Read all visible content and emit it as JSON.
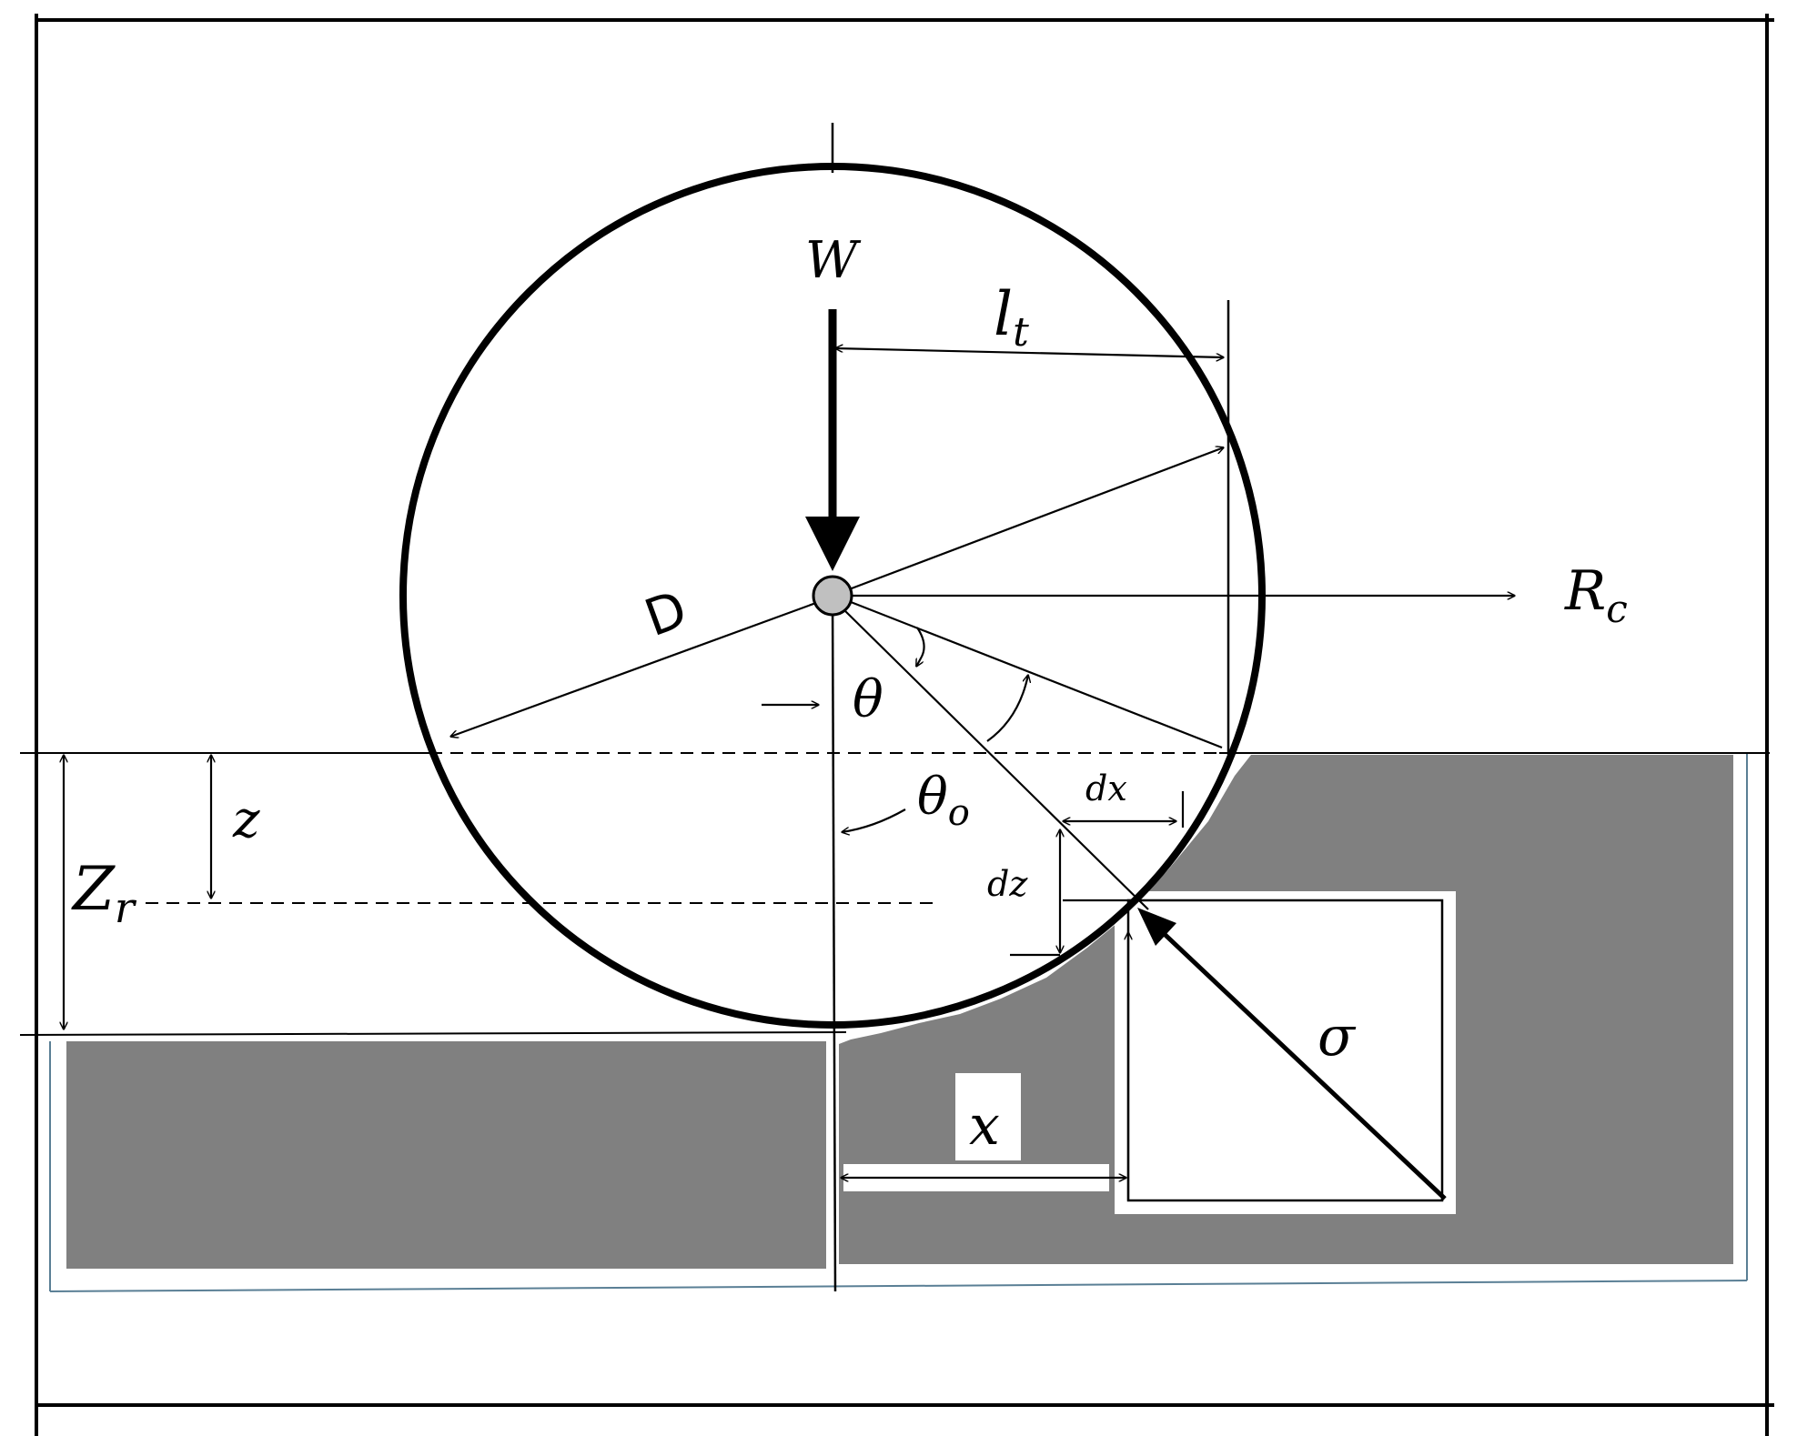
{
  "labels": {
    "load": "W",
    "rod_length": "l",
    "rod_length_sub": "t",
    "diameter": "D",
    "force": "R",
    "force_sub": "c",
    "angle": "θ",
    "angle_initial": "θ",
    "angle_initial_sub": "o",
    "depth": "z",
    "rut_depth": "Z",
    "rut_depth_sub": "r",
    "dx": "dx",
    "dz": "dz",
    "distance": "x",
    "stress": "σ"
  },
  "colors": {
    "soil": "#808080",
    "line": "#000000",
    "hub": "#c0c0c0",
    "border_blue": "#5a7f95"
  }
}
